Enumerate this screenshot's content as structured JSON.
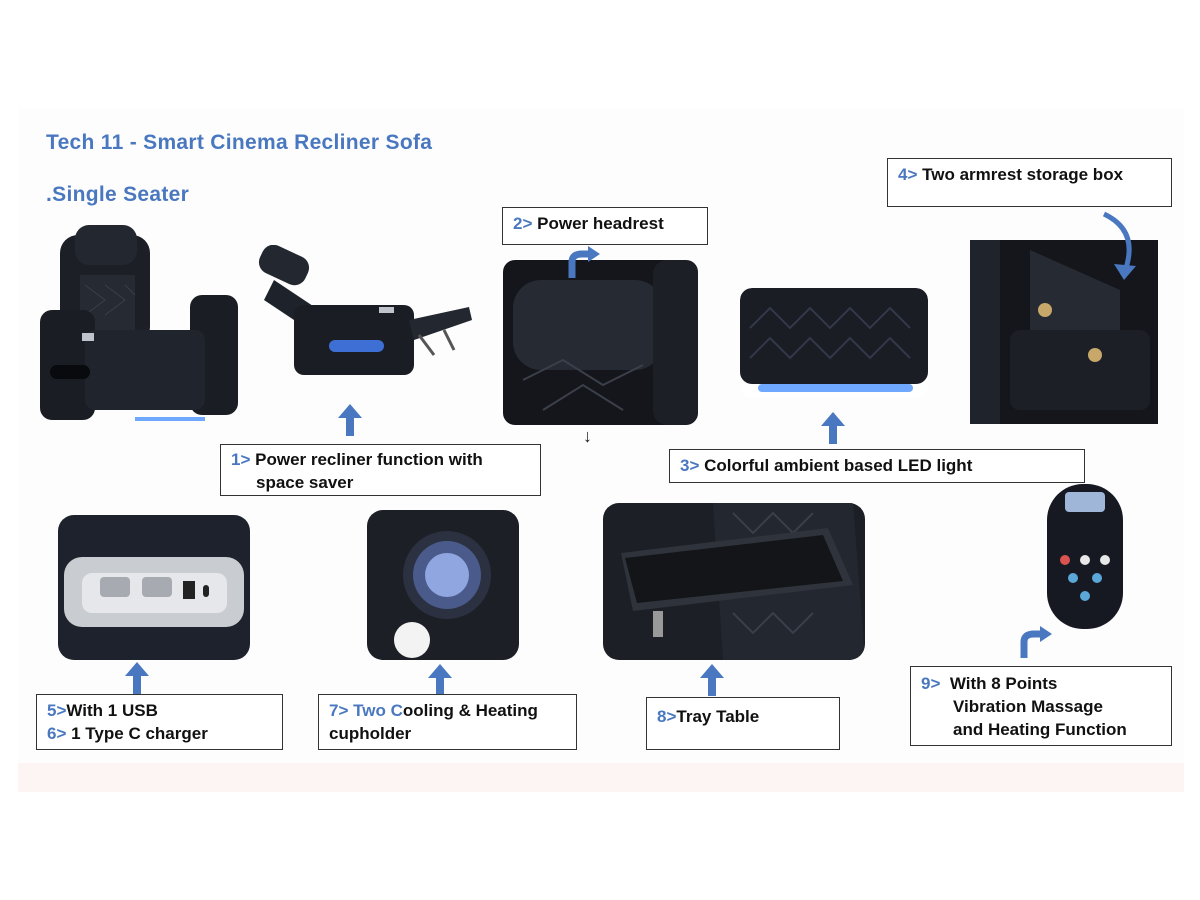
{
  "title_line1": "Tech 11 - Smart Cinema Recliner Sofa",
  "title_line2": ".Single Seater",
  "features": [
    {
      "num": "1>",
      "text": "Power recliner function with",
      "text2": "space  saver"
    },
    {
      "num": "2>",
      "text": "Power headrest"
    },
    {
      "num": "3>",
      "text": "Colorful ambient based LED light"
    },
    {
      "num": "4>",
      "text": "Two armrest storage box"
    },
    {
      "num": "5>",
      "text": "With 1 USB",
      "num2": "6>",
      "text2": "1 Type C charger"
    },
    {
      "num": "7>",
      "text_colored": "Two C",
      "text": "ooling & Heating",
      "text2": "cupholder"
    },
    {
      "num": "8>",
      "text": "Tray Table"
    },
    {
      "num": "9>",
      "text": "With 8 Points",
      "text2": "Vibration Massage",
      "text3": "and Heating Function"
    }
  ],
  "small_arrow": "↓",
  "colors": {
    "accent": "#4a78c0",
    "leather": "#1c1f26",
    "led": "#6fa8ff"
  }
}
